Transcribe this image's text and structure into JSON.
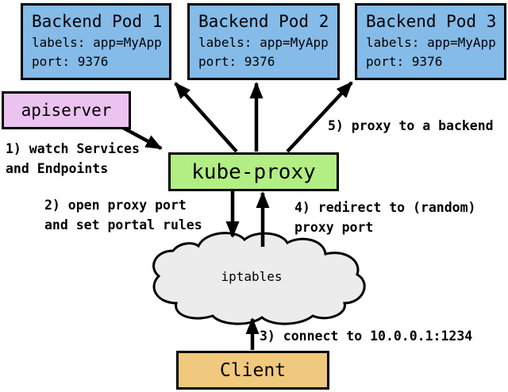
{
  "pods": [
    {
      "title": "Backend Pod 1",
      "labels": "labels: app=MyApp",
      "port": "port: 9376"
    },
    {
      "title": "Backend Pod 2",
      "labels": "labels: app=MyApp",
      "port": "port: 9376"
    },
    {
      "title": "Backend Pod 3",
      "labels": "labels: app=MyApp",
      "port": "port: 9376"
    }
  ],
  "apiserver": {
    "label": "apiserver"
  },
  "kube_proxy": {
    "label": "kube-proxy"
  },
  "cloud": {
    "label": "iptables"
  },
  "client": {
    "label": "Client"
  },
  "steps": {
    "s1": "1) watch Services\nand Endpoints",
    "s2": "2) open proxy port\nand set portal rules",
    "s3": "3) connect to 10.0.0.1:1234",
    "s4": "4) redirect to (random)\nproxy port",
    "s5": "5) proxy to a backend"
  },
  "colors": {
    "pod_fill": "#85bbe8",
    "apiserver_fill": "#ecc3f0",
    "kube_proxy_fill": "#b2ee83",
    "client_fill": "#f0c87e",
    "cloud_fill": "#ececec",
    "border": "#000000",
    "arrow": "#000000",
    "background": "#ffffff"
  }
}
